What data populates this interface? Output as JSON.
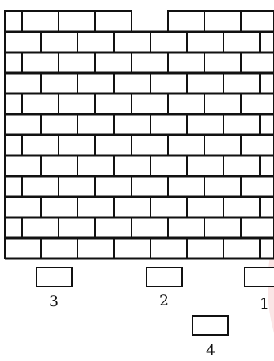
{
  "figure": {
    "brick_rows": 12,
    "bricks_per_row": 7,
    "missing_brick": {
      "row": 1,
      "position": 4
    },
    "colors": {
      "stroke": "#111111",
      "fill": "#ffffff",
      "accent": "#f2b8b8"
    }
  },
  "options": [
    {
      "label": "3"
    },
    {
      "label": "2"
    },
    {
      "label": "1"
    },
    {
      "label": "4"
    }
  ]
}
